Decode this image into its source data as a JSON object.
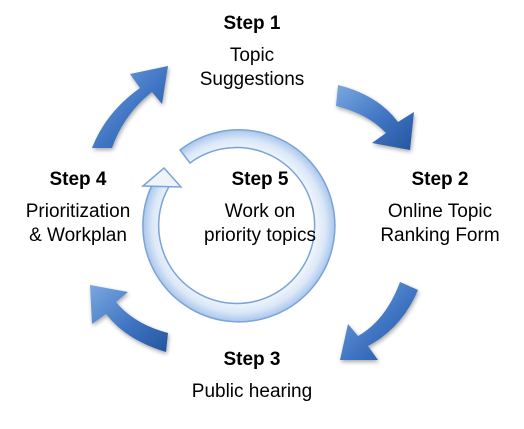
{
  "colors": {
    "outer_arrow_light": "#6f9fdb",
    "outer_arrow_dark": "#2a5fae",
    "inner_ring_light": "#ffffff",
    "inner_ring_mid": "#d6e5f7",
    "inner_ring_edge": "#7aa3d8"
  },
  "steps": [
    {
      "label": "Step 1",
      "text": "Topic\nSuggestions"
    },
    {
      "label": "Step 2",
      "text": "Online Topic\nRanking Form"
    },
    {
      "label": "Step 3",
      "text": "Public hearing"
    },
    {
      "label": "Step 4",
      "text": "Prioritization\n& Workplan"
    },
    {
      "label": "Step 5",
      "text": "Work on\npriority topics"
    }
  ],
  "icons": {
    "outer": "curved-arrow-icon",
    "inner": "circular-arrow-icon"
  }
}
